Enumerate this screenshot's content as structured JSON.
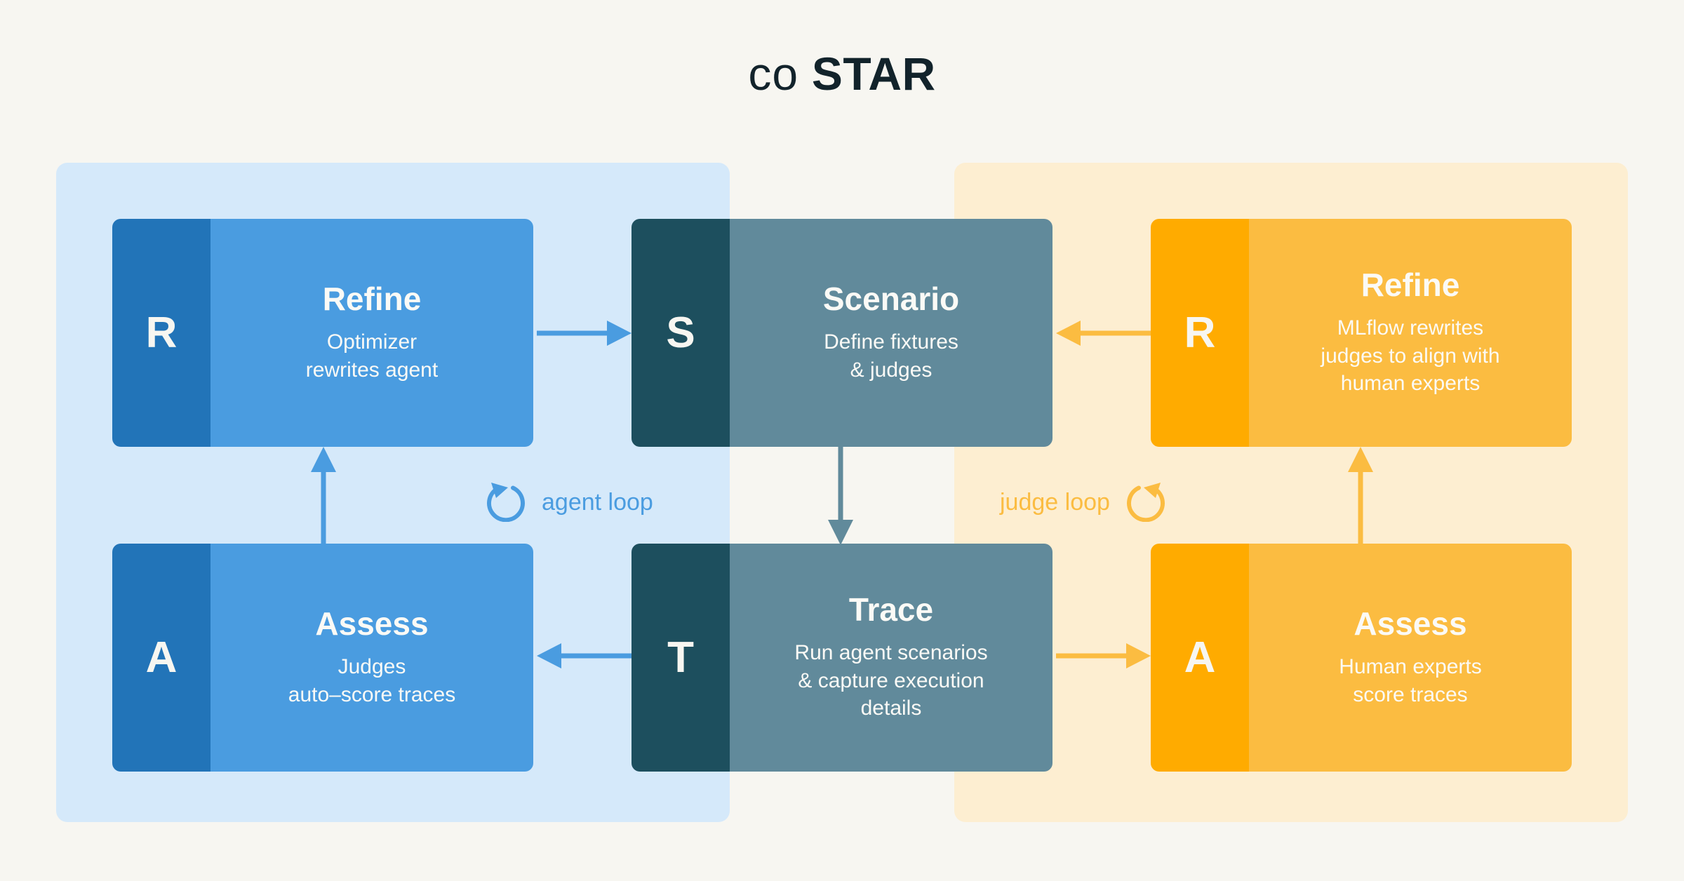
{
  "title": {
    "light": "co",
    "bold": "STAR"
  },
  "colors": {
    "page_background": "#f7f6f1",
    "agent_panel": "#d5e9fa",
    "judge_panel": "#fdeed1",
    "blue_strip": "#2274b8",
    "blue_body": "#4a9ce0",
    "slate_strip": "#1d4f5e",
    "slate_body": "#618a9b",
    "amber_strip": "#ffab00",
    "amber_body": "#fbbc41",
    "title_text": "#12232b"
  },
  "panels": {
    "agent": {
      "name": "agent panel"
    },
    "judge": {
      "name": "judge panel"
    }
  },
  "cards": {
    "refine_agent": {
      "letter": "R",
      "title": "Refine",
      "desc": "Optimizer\nrewrites agent"
    },
    "assess_agent": {
      "letter": "A",
      "title": "Assess",
      "desc": "Judges\nauto–score traces"
    },
    "scenario": {
      "letter": "S",
      "title": "Scenario",
      "desc": "Define fixtures\n& judges"
    },
    "trace": {
      "letter": "T",
      "title": "Trace",
      "desc": "Run agent scenarios\n& capture execution\ndetails"
    },
    "refine_judge": {
      "letter": "R",
      "title": "Refine",
      "desc": "MLflow rewrites\njudges to align with\nhuman experts"
    },
    "assess_judge": {
      "letter": "A",
      "title": "Assess",
      "desc": "Human experts\nscore traces"
    }
  },
  "loops": {
    "agent": {
      "label": "agent loop",
      "color": "#4a9ce0"
    },
    "judge": {
      "label": "judge loop",
      "color": "#fbbc41"
    }
  },
  "arrows": [
    {
      "name": "refine-to-scenario",
      "direction": "right",
      "color": "#4a9ce0"
    },
    {
      "name": "assess-to-refine-agent",
      "direction": "up",
      "color": "#4a9ce0"
    },
    {
      "name": "trace-to-assess-agent",
      "direction": "left",
      "color": "#4a9ce0"
    },
    {
      "name": "scenario-to-trace",
      "direction": "down",
      "color": "#618a9b"
    },
    {
      "name": "trace-to-assess-judge",
      "direction": "right",
      "color": "#fbbc41"
    },
    {
      "name": "assess-to-refine-judge",
      "direction": "up",
      "color": "#fbbc41"
    },
    {
      "name": "refine-to-scenario-judge",
      "direction": "left",
      "color": "#fbbc41"
    }
  ]
}
